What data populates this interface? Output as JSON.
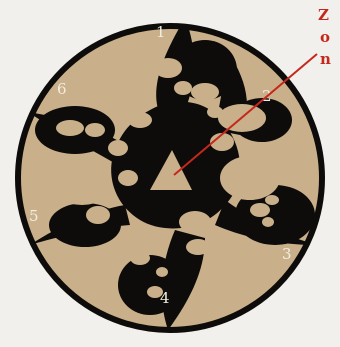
{
  "figure": {
    "region_numbers": [
      "1",
      "2",
      "3",
      "4",
      "5",
      "6"
    ],
    "annotation_lines": [
      "Z",
      "o",
      "n"
    ]
  },
  "colors": {
    "background": "#f2f0ec",
    "disc": "#c9b08a",
    "ink": "#0d0c0b",
    "annotation": "#c4281c"
  }
}
